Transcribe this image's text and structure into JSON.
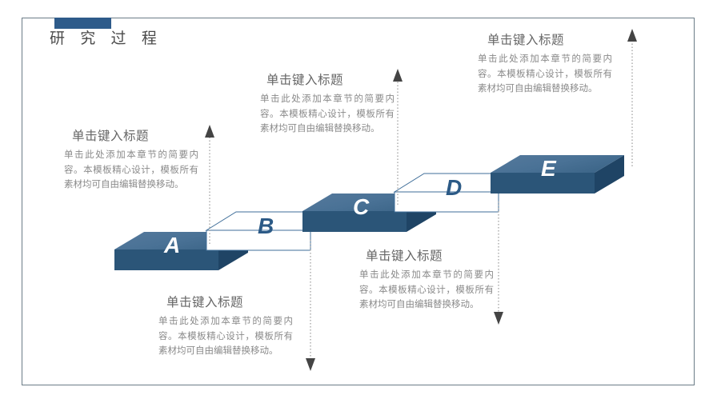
{
  "slide": {
    "title": "研 究 过 程",
    "accent_color": "#2e5b8a",
    "frame_color": "#6b7c87",
    "background": "#ffffff"
  },
  "palette": {
    "block_dark_top": "#4a7296",
    "block_dark_side": "#2b5578",
    "block_light_fill": "#ffffff",
    "block_outline": "#3f6e99",
    "letter_light": "#ffffff",
    "letter_dark": "#2c5a86",
    "shadow_gray": "#d8d5d2",
    "connector": "#9a9a9a",
    "title_text": "#4a4a4a",
    "callout_title": "#666666",
    "callout_body": "#8a8a8a"
  },
  "steps": [
    {
      "letter": "A",
      "style": "dark",
      "callout": {
        "title": "单击键入标题",
        "body": "单击此处添加本章节的简要内容。本模板精心设计，模板所有素材均可自由编辑替换移动。"
      },
      "connector": {
        "direction": "up"
      }
    },
    {
      "letter": "B",
      "style": "light",
      "callout": {
        "title": "单击键入标题",
        "body": "单击此处添加本章节的简要内容。本模板精心设计，模板所有素材均可自由编辑替换移动。"
      },
      "connector": {
        "direction": "down"
      }
    },
    {
      "letter": "C",
      "style": "dark",
      "callout": {
        "title": "单击键入标题",
        "body": "单击此处添加本章节的简要内容。本模板精心设计，模板所有素材均可自由编辑替换移动。"
      },
      "connector": {
        "direction": "up"
      }
    },
    {
      "letter": "D",
      "style": "light",
      "callout": {
        "title": "单击键入标题",
        "body": "单击此处添加本章节的简要内容。本模板精心设计，模板所有素材均可自由编辑替换移动。"
      },
      "connector": {
        "direction": "down"
      }
    },
    {
      "letter": "E",
      "style": "dark",
      "callout": {
        "title": "单击键入标题",
        "body": "单击此处添加本章节的简要内容。本模板精心设计，模板所有素材均可自由编辑替换移动。"
      },
      "connector": {
        "direction": "up"
      }
    }
  ]
}
